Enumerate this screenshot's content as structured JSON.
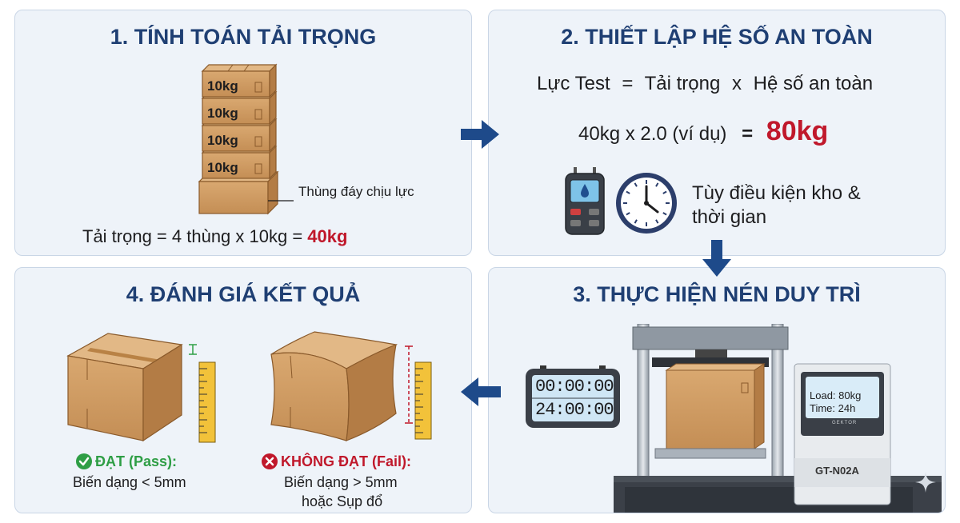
{
  "steps": {
    "step1": {
      "title": "1. TÍNH TOÁN TẢI TRỌNG",
      "box_labels": [
        "10kg",
        "10kg",
        "10kg",
        "10kg"
      ],
      "bottom_box_label": "Thùng đáy chịu lực",
      "formula_text": "Tải trọng = 4 thùng x 10kg = ",
      "formula_result": "40kg"
    },
    "step2": {
      "title": "2. THIẾT LẬP HỆ SỐ AN TOÀN",
      "formula_left": "Lực Test",
      "formula_eq": "=",
      "formula_middle": "Tải trọng",
      "formula_op": "x",
      "formula_right": "Hệ số an toàn",
      "example_text": "40kg x 2.0 (ví dụ)",
      "example_eq": "=",
      "example_result": "80kg",
      "condition_line1": "Tùy điều kiện kho &",
      "condition_line2": "thời gian"
    },
    "step3": {
      "title": "3. THỰC HIỆN NÉN DUY TRÌ",
      "timer_top": "00:00:00",
      "timer_bottom": "24:00:00",
      "screen_line1": "Load: 80kg",
      "screen_line2": "Time: 24h",
      "brand": "GEKTOR",
      "model": "GT-N02A"
    },
    "step4": {
      "title": "4. ĐÁNH GIÁ KẾT QUẢ",
      "pass_label": "ĐẠT (Pass):",
      "pass_desc": "Biến dạng < 5mm",
      "fail_label": "KHÔNG ĐẠT (Fail):",
      "fail_desc_line1": "Biến dạng > 5mm",
      "fail_desc_line2": "hoặc Sụp đổ"
    }
  },
  "colors": {
    "title": "#1f3f73",
    "highlight_red": "#c0182b",
    "arrow": "#1e4a8a",
    "cardboard": "#d4a06a",
    "pass_green": "#2e9e45",
    "panel_bg": "#eef3f9"
  },
  "icons": [
    "arrow-right-icon",
    "arrow-down-icon",
    "arrow-left-icon",
    "moisture-meter-icon",
    "clock-icon",
    "check-circle-icon",
    "x-circle-icon",
    "ruler-icon"
  ]
}
